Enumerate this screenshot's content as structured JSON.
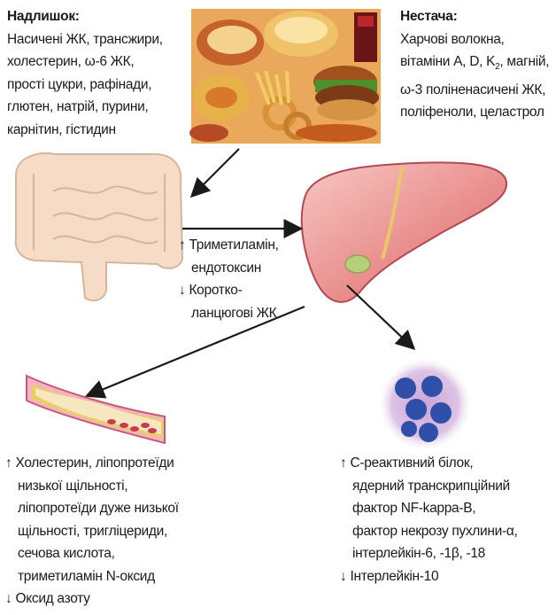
{
  "excess": {
    "heading": "Надлишок:",
    "lines": [
      "Насичені ЖК, трансжири,",
      "холестерин, ω-6 ЖК,",
      "прості цукри, рафінади,",
      "глютен, натрій, пурини,",
      "карнітин, гістидин"
    ]
  },
  "deficit": {
    "heading": "Нестача:",
    "lines": [
      "Харчові волокна,",
      "вітаміни A, D, K",
      "2",
      ", магній,",
      "ω-3 поліненасичені ЖК,",
      "поліфеноли, целастрол"
    ]
  },
  "gut_products": {
    "up_arrow": "↑",
    "up_lines": [
      "Триметиламін,",
      "ендотоксин"
    ],
    "down_arrow": "↓",
    "down_lines": [
      "Коротко-",
      "ланцюгові ЖК"
    ]
  },
  "vessel_effects": {
    "up_arrow": "↑",
    "up_lines": [
      "Холестерин, ліпопротеїди",
      "низької щільності,",
      "ліпопротеїди дуже низької",
      "щільності, тригліцериди,",
      "сечова кислота,",
      "триметиламін N-оксид"
    ],
    "down_arrow": "↓",
    "down_lines": [
      "Оксид азоту"
    ]
  },
  "inflammation": {
    "up_arrow": "↑",
    "up_lines": [
      "С-реактивний білок,",
      "ядерний транскрипційний",
      "фактор NF-kappa-B,",
      "фактор некрозу пухлини-α,",
      "інтерлейкін-6, -1β, -18"
    ],
    "down_arrow": "↓",
    "down_lines": [
      "Інтерлейкін-10"
    ]
  },
  "colors": {
    "liver": "#e88b8a",
    "intestine": "#f6dcc7",
    "neutrophil_nucleus": "#2f4fa8",
    "cell_cytoplasm": "#d7b8de",
    "arrow": "#1a1a1a"
  },
  "icons": [
    "junk-food-image",
    "intestine-icon",
    "liver-icon",
    "artery-plaque-icon",
    "neutrophil-icon"
  ]
}
